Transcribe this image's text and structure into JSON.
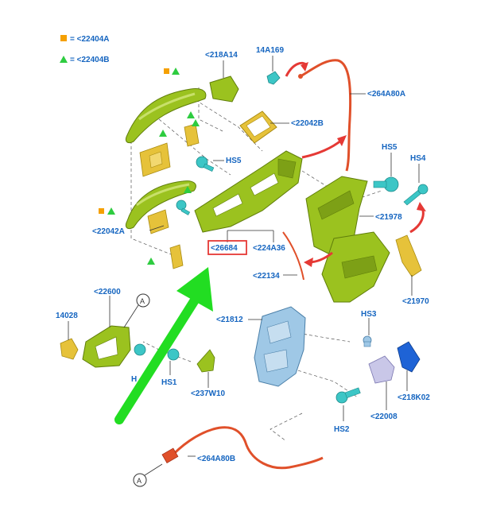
{
  "legend": [
    {
      "symbol": "orange-square",
      "text": "= <22404A",
      "color": "#f5a000"
    },
    {
      "symbol": "green-triangle",
      "text": "= <22404B",
      "color": "#2ecc40"
    }
  ],
  "labels": {
    "l218A14": "<218A14",
    "l14A169": "14A169",
    "l264A80A": "<264A80A",
    "l22042B": "<22042B",
    "lHS5a": "HS5",
    "lHS5b": "HS5",
    "lHS4": "HS4",
    "l21978": "<21978",
    "l22042A": "<22042A",
    "l26684": "<26684",
    "l224A36": "<224A36",
    "l22134": "<22134",
    "l21970": "<21970",
    "l22600": "<22600",
    "l14028": "14028",
    "lH": "H",
    "lHS1": "HS1",
    "l237W10": "<237W10",
    "l21812": "<21812",
    "lHS3": "HS3",
    "l218K02": "<218K02",
    "l22008": "<22008",
    "lHS2": "HS2",
    "l264A80B": "<264A80B"
  },
  "callouts": {
    "a1": "A",
    "a2": "A"
  },
  "colors": {
    "green_part": "#9bc21f",
    "yellow_part": "#e6c23a",
    "blue_part": "#9fc8e6",
    "red_cable": "#e0502a",
    "teal_part": "#3cc6c6",
    "highlight_box": "#e53935",
    "big_arrow": "#22dd22",
    "label": "#1565c0"
  }
}
